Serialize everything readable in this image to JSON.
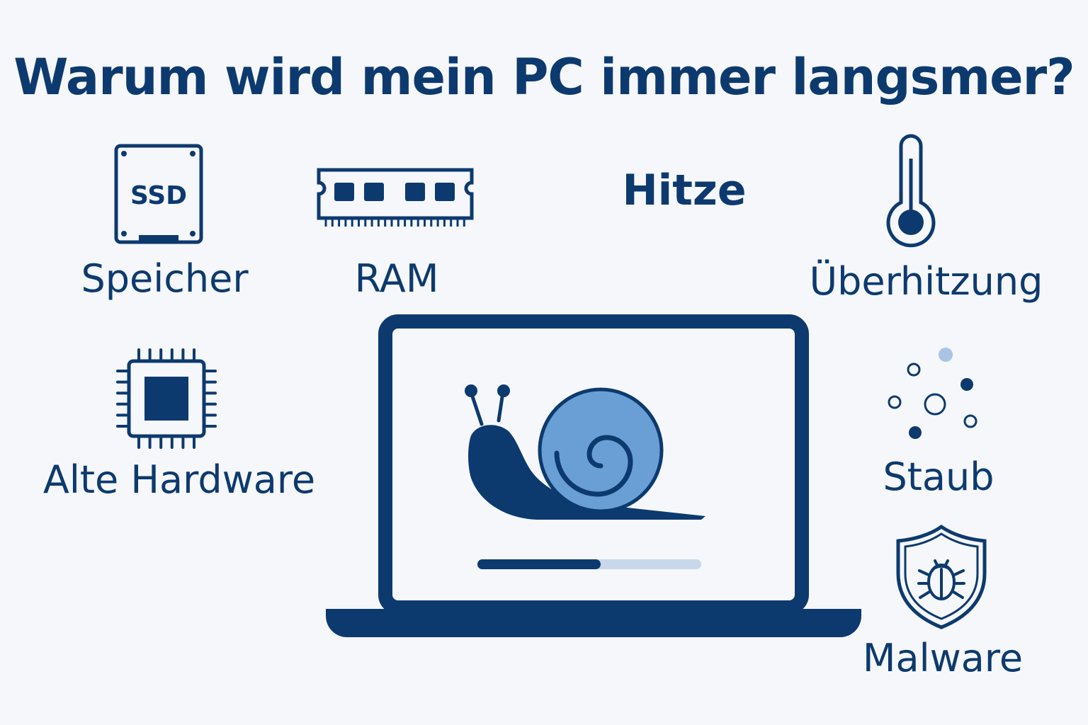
{
  "title": "Warum wird mein PC immer langsmer?",
  "colors": {
    "navy": "#0d3a6e",
    "snail_shell": "#6a9fd6",
    "progress_track": "#c8d8ea",
    "dust_light": "#a9c4e6",
    "background": "#f5f7fa"
  },
  "ssd": {
    "icon_text": "SSD",
    "label": "Speicher",
    "icon": "ssd-icon"
  },
  "ram": {
    "label": "RAM",
    "icon": "ram-icon"
  },
  "heat": {
    "heading": "Hitze"
  },
  "overheating": {
    "label": "Überhitzung",
    "icon": "thermometer-icon"
  },
  "hardware": {
    "label": "Alte Hardware",
    "icon": "cpu-chip-icon"
  },
  "dust": {
    "label": "Staub",
    "icon": "dust-particles-icon"
  },
  "malware": {
    "label": "Malware",
    "icon": "shield-bug-icon"
  },
  "laptop": {
    "icon": "laptop-icon",
    "screen_icon": "snail-icon",
    "progress": 0.55
  }
}
